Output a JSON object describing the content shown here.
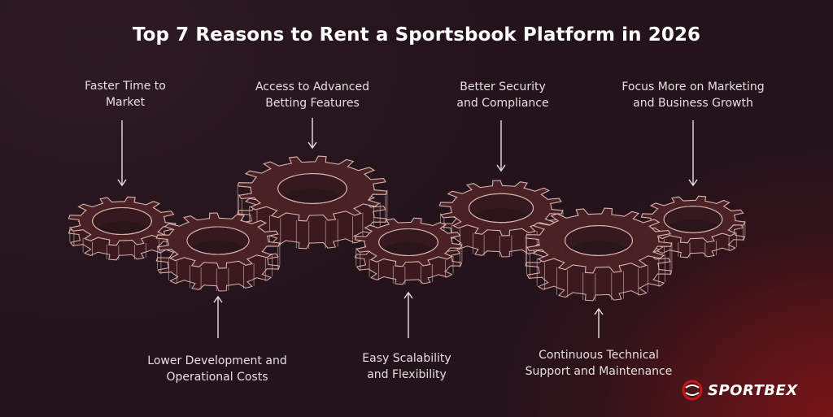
{
  "title": "Top 7 Reasons to Rent a Sportsbook Platform in 2026",
  "reasons": [
    {
      "line1": "Faster Time to",
      "line2": "Market"
    },
    {
      "line1": "Lower Development and",
      "line2": "Operational Costs"
    },
    {
      "line1": "Access to Advanced",
      "line2": "Betting Features"
    },
    {
      "line1": "Easy Scalability",
      "line2": "and Flexibility"
    },
    {
      "line1": "Better Security",
      "line2": "and Compliance"
    },
    {
      "line1": "Continuous Technical",
      "line2": "Support and Maintenance"
    },
    {
      "line1": "Focus More on Marketing",
      "line2": "and Business Growth"
    }
  ],
  "brand": {
    "part1": "SPORT",
    "part2": "BEX"
  },
  "colors": {
    "gear_stroke": "#d9b3ae",
    "gear_fill": "#4a2226",
    "accent": "#c8161d"
  }
}
